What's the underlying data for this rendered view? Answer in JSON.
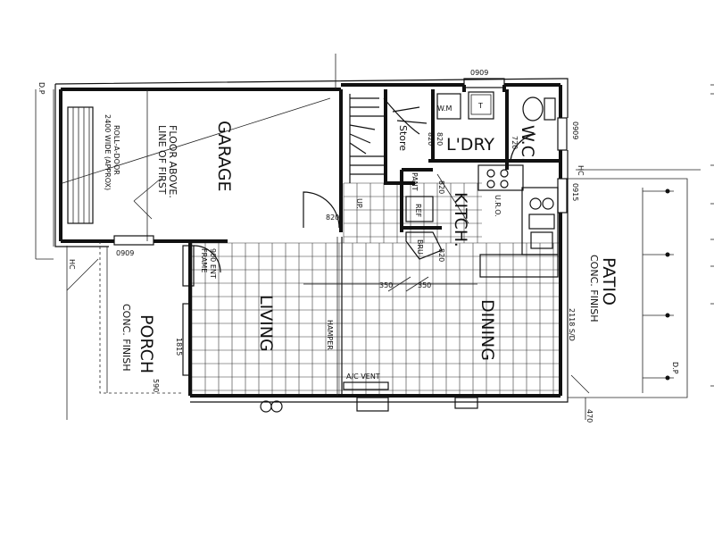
{
  "rooms": {
    "garage": "GARAGE",
    "stores": "Store",
    "laundry": "L'DRY",
    "wc": "W.C.",
    "kitchen": "KITCH.",
    "living": "LIVING",
    "dining": "DINING",
    "porch": "PORCH",
    "patio": "PATIO"
  },
  "notes": {
    "first_floor_line_1": "LINE OF FIRST",
    "first_floor_line_2": "FLOOR ABOVE.",
    "door_line_1": "2400 WIDE (APPROX)",
    "door_line_2": "ROLL-A-DOOR",
    "porch_finish": "CONC. FINISH",
    "patio_finish": "CONC. FINISH",
    "hamper": "HAMPER",
    "ac_vent": "A/C VENT",
    "up": "UP.",
    "entry_frame_1": "900 ENT",
    "entry_frame_2": "FRAME",
    "uro": "U.R.O.",
    "sd": "2118 S/D"
  },
  "fixtures": {
    "wm": "W.M",
    "tub": "T",
    "pantry": "PANT",
    "fridge": "REF",
    "bru": "BRU"
  },
  "dimensions": {
    "window_top": "0909",
    "window_wc": "0909",
    "window_kitchen": "0915",
    "window_garage_front": "0909",
    "door_820_garage": "820",
    "door_820_dry": "820",
    "door_720_wc": "720",
    "door_820_store": "820",
    "door_820_pant": "820",
    "door_820_bru": "820",
    "d350_a": "350",
    "d350_b": "350",
    "porch_1815": "1815",
    "porch_590": "590",
    "d470": "470"
  },
  "markers": {
    "dp_left": "D.P",
    "dp_right": "D.P",
    "hc_left": "HC",
    "hc_right": "HC"
  }
}
